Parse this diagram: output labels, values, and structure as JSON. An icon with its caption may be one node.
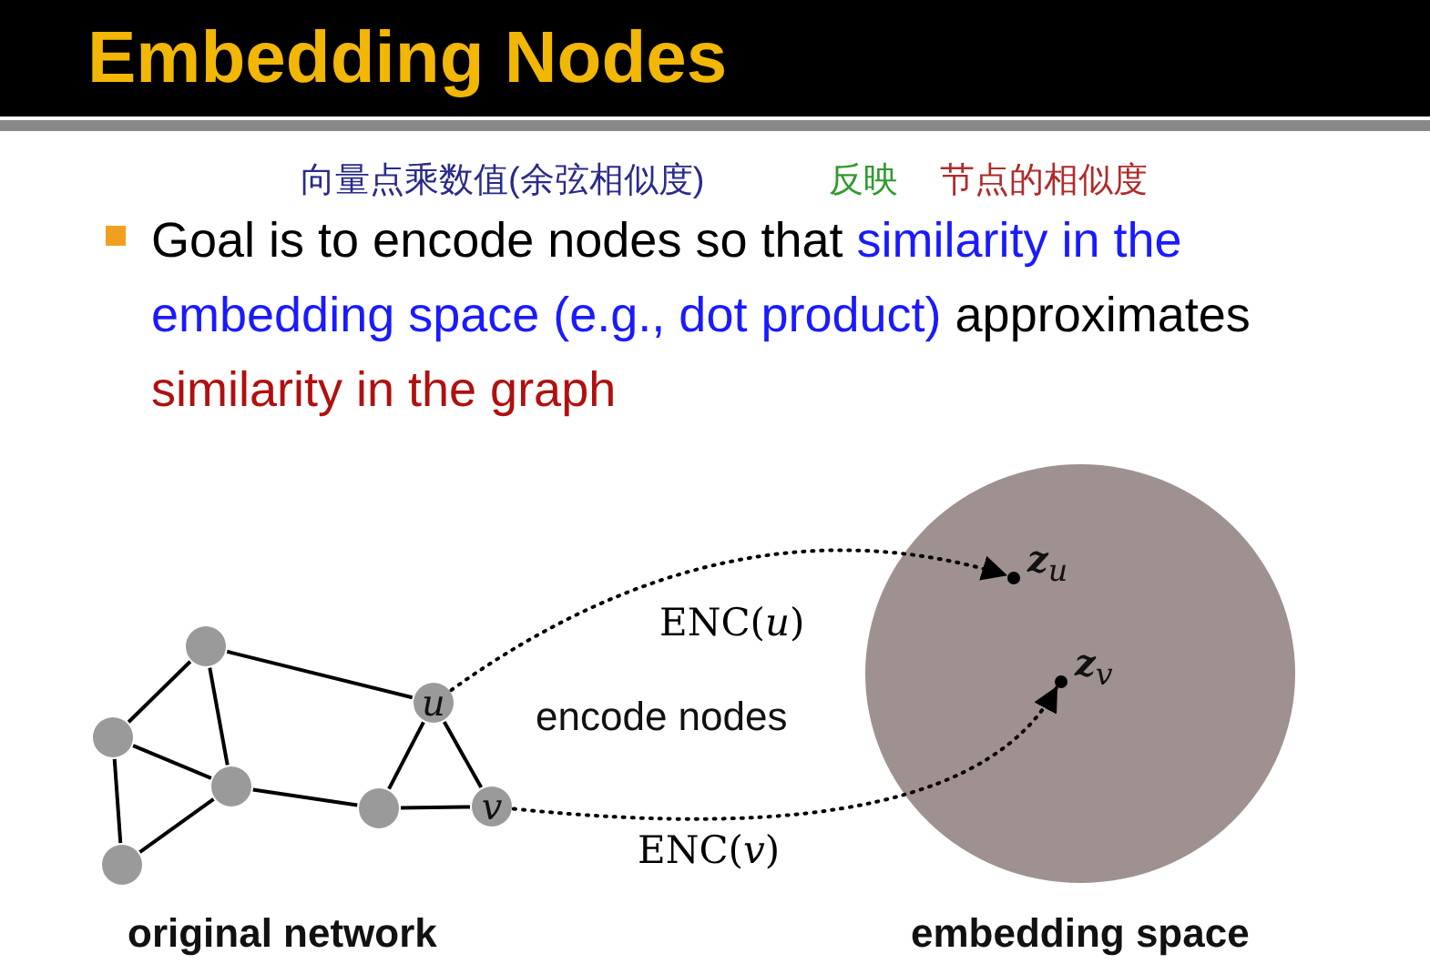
{
  "diagram": {
    "title": "Embedding Nodes",
    "nodes": [
      {
        "text": [],
        "shape": "circle"
      },
      {
        "text": [],
        "shape": "circle"
      },
      {
        "text": [],
        "shape": "circle"
      },
      {
        "text": [],
        "shape": "circle"
      },
      {
        "text": [
          "u"
        ]
      },
      {
        "text": [],
        "shape": "circle"
      },
      {
        "text": [
          "v"
        ]
      },
      {
        "text": [],
        "shape": "circle"
      },
      {
        "text": [],
        "shape": "circle",
        "in": 7,
        "beside": [
          "**z**$_{u}$"
        ]
      },
      {
        "text": [],
        "shape": "circle",
        "in": 7,
        "beside": [
          "**z**$_{v}$"
        ]
      }
    ],
    "edges": [
      {
        "from": 0,
        "to": 1,
        "arrow": "none"
      },
      {
        "from": 0,
        "to": 2,
        "arrow": "none"
      },
      {
        "from": 0,
        "to": 4,
        "arrow": "none"
      },
      {
        "from": 1,
        "to": 2,
        "arrow": "none"
      },
      {
        "from": 1,
        "to": 3,
        "arrow": "none"
      },
      {
        "from": 3,
        "to": 2,
        "arrow": "none"
      },
      {
        "from": 2,
        "to": 5,
        "arrow": "none"
      },
      {
        "from": 5,
        "to": 4,
        "arrow": "none"
      },
      {
        "from": 4,
        "to": 6,
        "arrow": "none"
      },
      {
        "from": 5,
        "to": 6,
        "arrow": "none"
      },
      {
        "from": 4,
        "to": 8,
        "arrow": "to",
        "style": "dashed",
        "label": "ENC(*u*)"
      },
      {
        "from": 6,
        "to": 9,
        "arrow": "to",
        "style": "dashed",
        "label": "ENC(*v*)"
      }
    ],
    "labels": [
      "向量点乘数值(余弦相似度)",
      "反映",
      "节点的相似度",
      "Goal is to encode nodes so that **similarity in the embedding space (e.g., dot product)** approximates **similarity in the graph**",
      "encode nodes",
      "original network",
      "embedding space"
    ]
  }
}
